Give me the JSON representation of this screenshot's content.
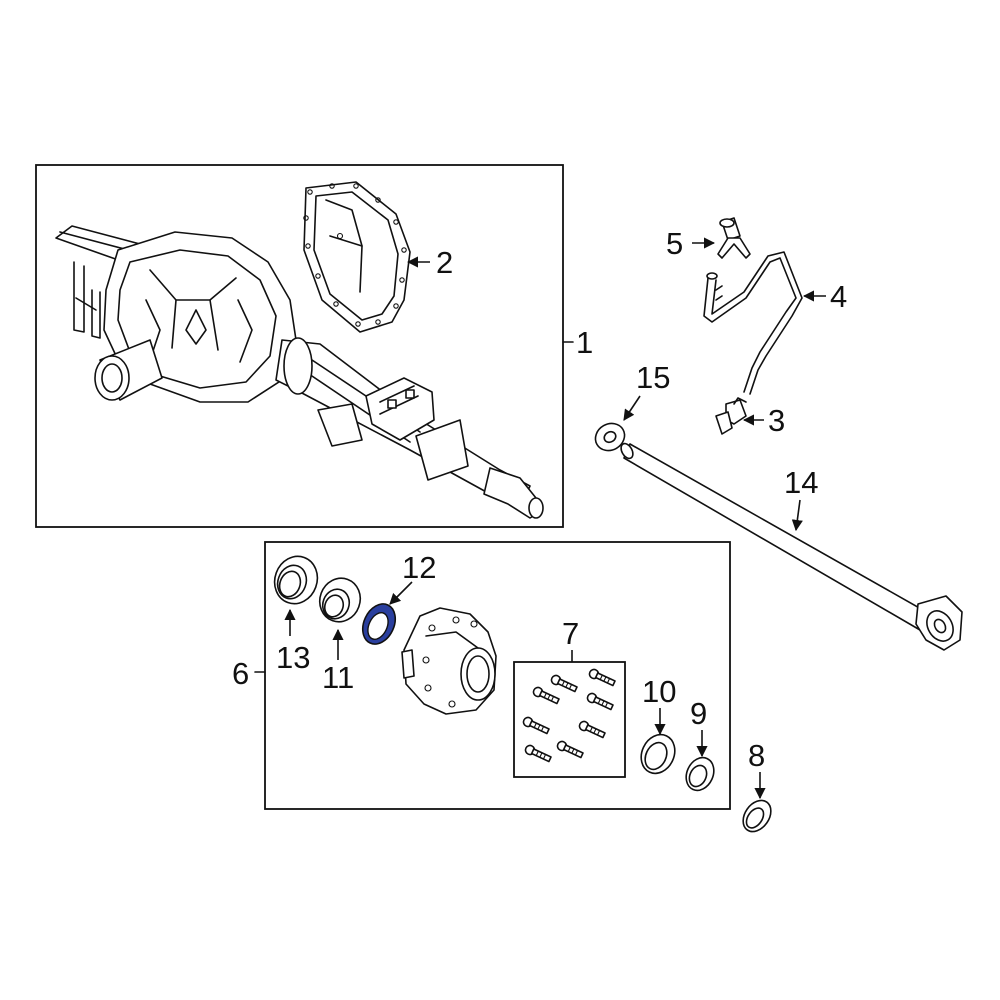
{
  "diagram": {
    "highlight_color": "#2a3f9e",
    "highlighted_part": "12",
    "callouts": {
      "c1": "1",
      "c2": "2",
      "c3": "3",
      "c4": "4",
      "c5": "5",
      "c6": "6",
      "c7": "7",
      "c8": "8",
      "c9": "9",
      "c10": "10",
      "c11": "11",
      "c12": "12",
      "c13": "13",
      "c14": "14",
      "c15": "15"
    }
  }
}
